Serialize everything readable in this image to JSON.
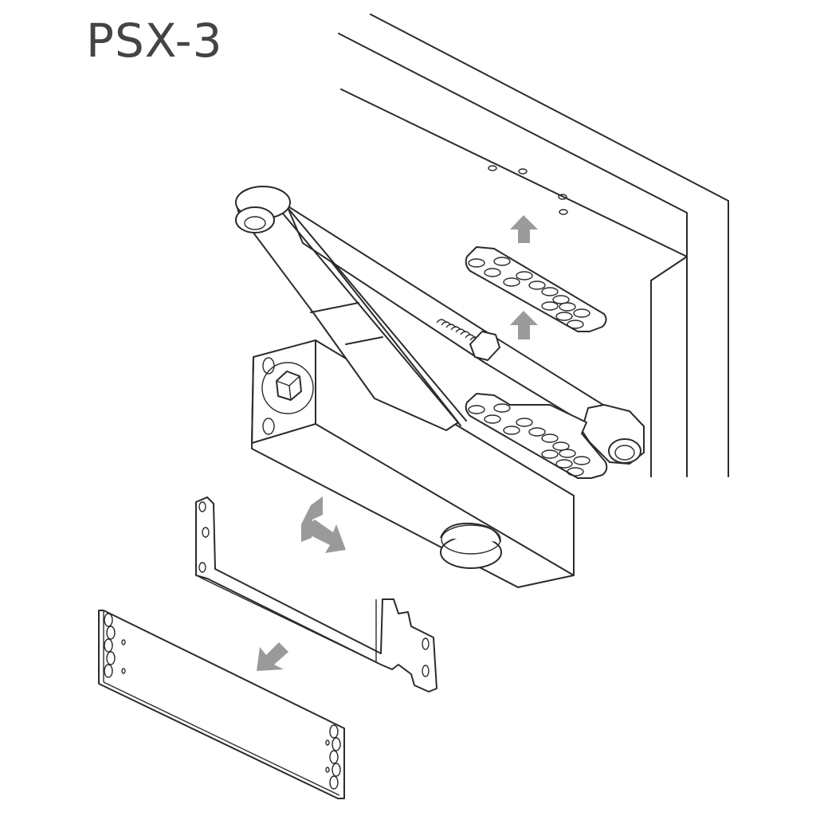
{
  "diagram": {
    "title": "PSX-3",
    "type": "exploded installation diagram",
    "components": [
      {
        "id": "door-frame",
        "label": "door frame (corner view)"
      },
      {
        "id": "arm-assembly",
        "label": "closer arm with threaded adjustable link"
      },
      {
        "id": "arm-shoe-upper",
        "label": "arm shoe mounting plate (upper)"
      },
      {
        "id": "arm-shoe-lower",
        "label": "arm shoe mounting plate (lower)"
      },
      {
        "id": "closer-body",
        "label": "door closer body with hex spindle"
      },
      {
        "id": "mounting-bracket",
        "label": "mounting bracket"
      },
      {
        "id": "cover-plate",
        "label": "cover / back plate"
      }
    ],
    "arrows": [
      {
        "id": "arrow-up-1",
        "direction": "up",
        "color": "#9a9a9a"
      },
      {
        "id": "arrow-up-2",
        "direction": "up",
        "color": "#9a9a9a"
      },
      {
        "id": "arrow-swap",
        "direction": "down-right (bent)",
        "color": "#9a9a9a"
      },
      {
        "id": "arrow-down-left",
        "direction": "down-left",
        "color": "#9a9a9a"
      }
    ],
    "colors": {
      "line": "#2b2b2b",
      "arrow": "#9a9a9a",
      "title": "#444444",
      "background": "#ffffff"
    }
  }
}
